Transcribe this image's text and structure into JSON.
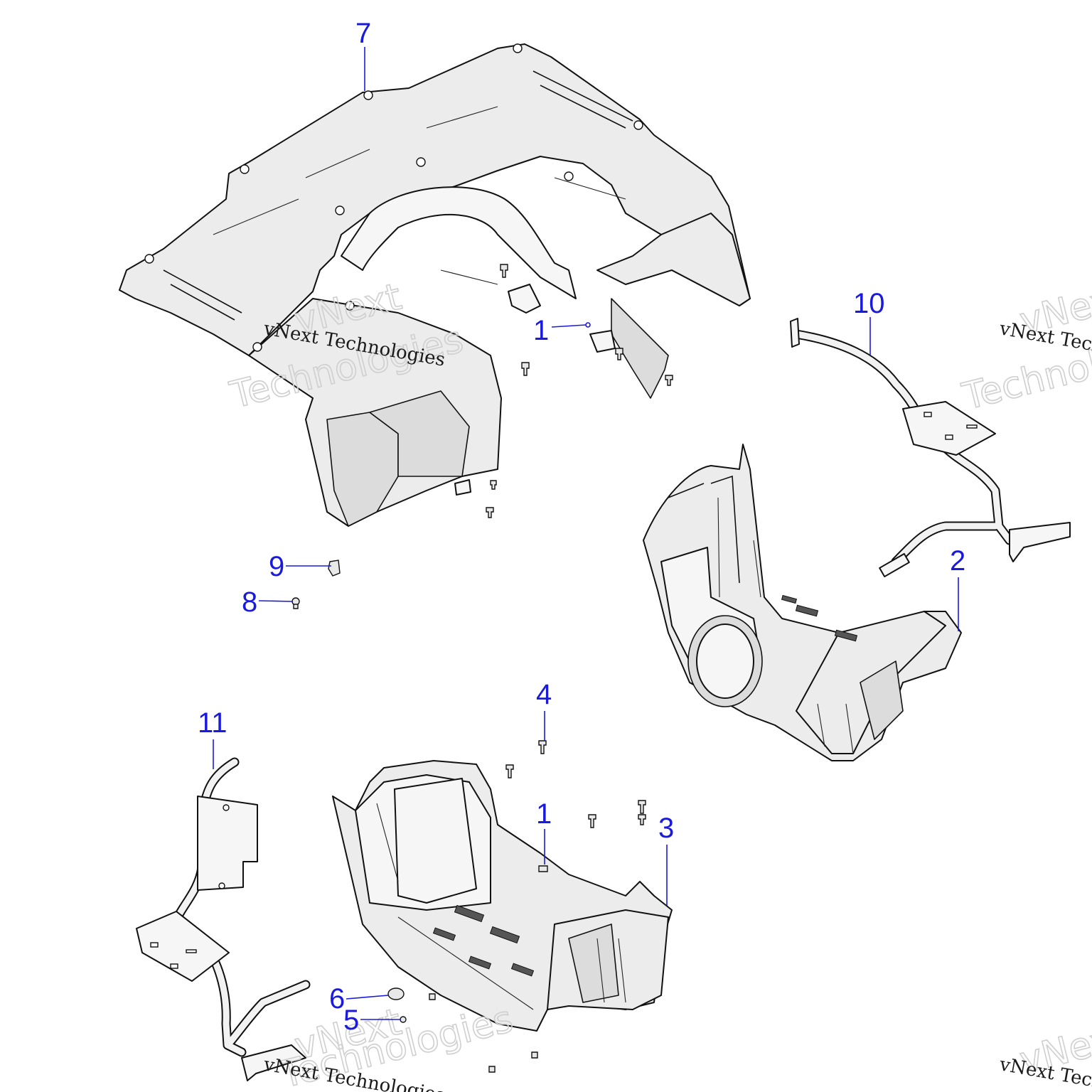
{
  "diagram": {
    "callouts": [
      {
        "label": "7"
      },
      {
        "label": "1"
      },
      {
        "label": "10"
      },
      {
        "label": "9"
      },
      {
        "label": "8"
      },
      {
        "label": "2"
      },
      {
        "label": "4"
      },
      {
        "label": "11"
      },
      {
        "label": "1"
      },
      {
        "label": "3"
      },
      {
        "label": "6"
      },
      {
        "label": "5"
      }
    ],
    "watermarks": [
      {
        "text": "vNext Technologies"
      },
      {
        "text": "vNext Technologies"
      },
      {
        "text": "vNext Technologies"
      },
      {
        "text": "vNext Technologies"
      }
    ],
    "colors": {
      "callout": "#1a1adf",
      "line": "#111111",
      "part_fill": "#ececec",
      "watermark": "#cfcfcf"
    }
  }
}
